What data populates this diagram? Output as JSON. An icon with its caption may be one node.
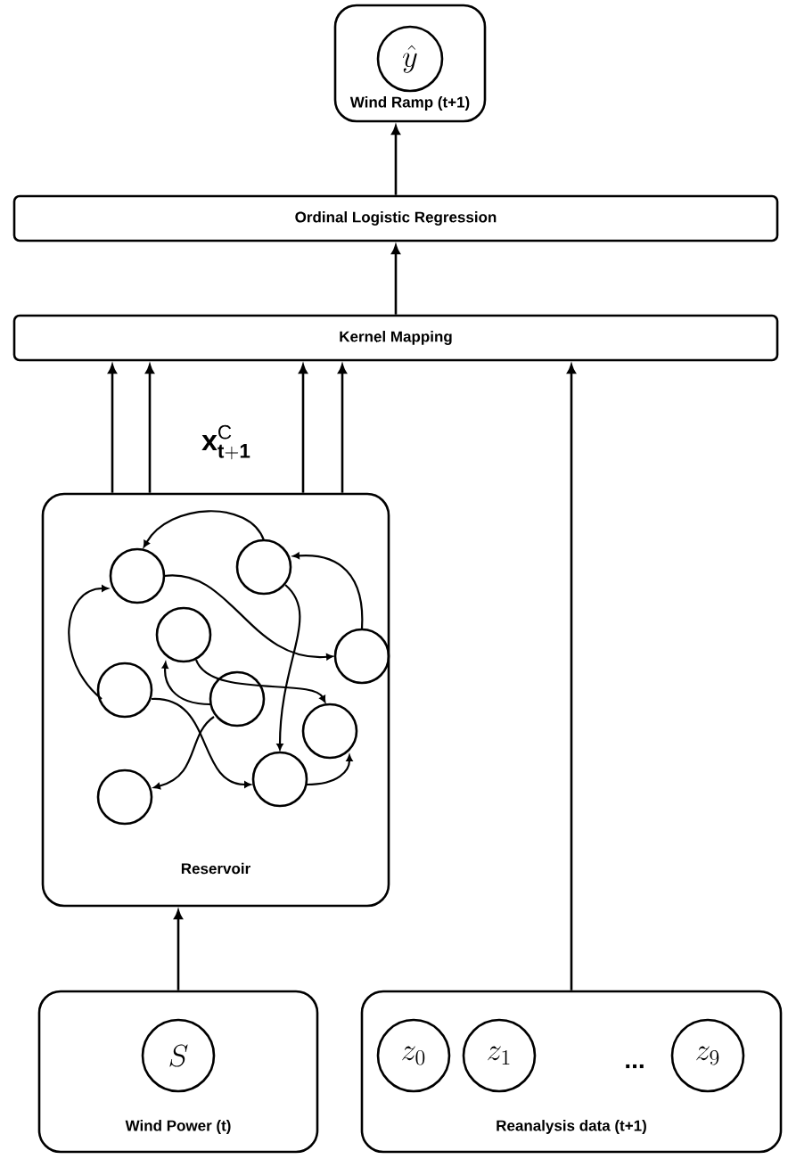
{
  "diagram": {
    "nodes": [
      {
        "text": [
          "Wind Ramp (t+1)"
        ]
      },
      {
        "text": [
          "\\hat{y}"
        ],
        "in": 0
      },
      {
        "text": [
          "Ordinal Logistic Regression"
        ]
      },
      {
        "text": [
          "Kernel Mapping"
        ]
      },
      {
        "text": [
          "Reservoir"
        ]
      },
      {
        "text": [
          "Wind Power (t)"
        ]
      },
      {
        "text": [
          "S"
        ],
        "in": 5
      },
      {
        "text": [
          "Reanalysis data (t+1)"
        ]
      },
      {
        "text": [
          "z_0"
        ],
        "in": 7
      },
      {
        "text": [
          "z_1"
        ],
        "in": 7
      },
      {
        "text": [
          "z_9"
        ],
        "in": 7
      }
    ],
    "edges": [
      {
        "from": 5,
        "to": 4,
        "arrow": "to"
      },
      {
        "from": 4,
        "to": 3,
        "arrow": "to"
      },
      {
        "from": 4,
        "to": 3,
        "arrow": "to"
      },
      {
        "from": 4,
        "to": 3,
        "arrow": "to"
      },
      {
        "from": 4,
        "to": 3,
        "arrow": "to"
      },
      {
        "from": 7,
        "to": 3,
        "arrow": "to"
      },
      {
        "from": 3,
        "to": 2,
        "arrow": "to"
      },
      {
        "from": 2,
        "to": 0,
        "arrow": "to"
      }
    ],
    "labels": [
      "\\mathbf{x}^{\\mathrm{C}}_{\\mathbf{t+1}}",
      "..."
    ]
  }
}
